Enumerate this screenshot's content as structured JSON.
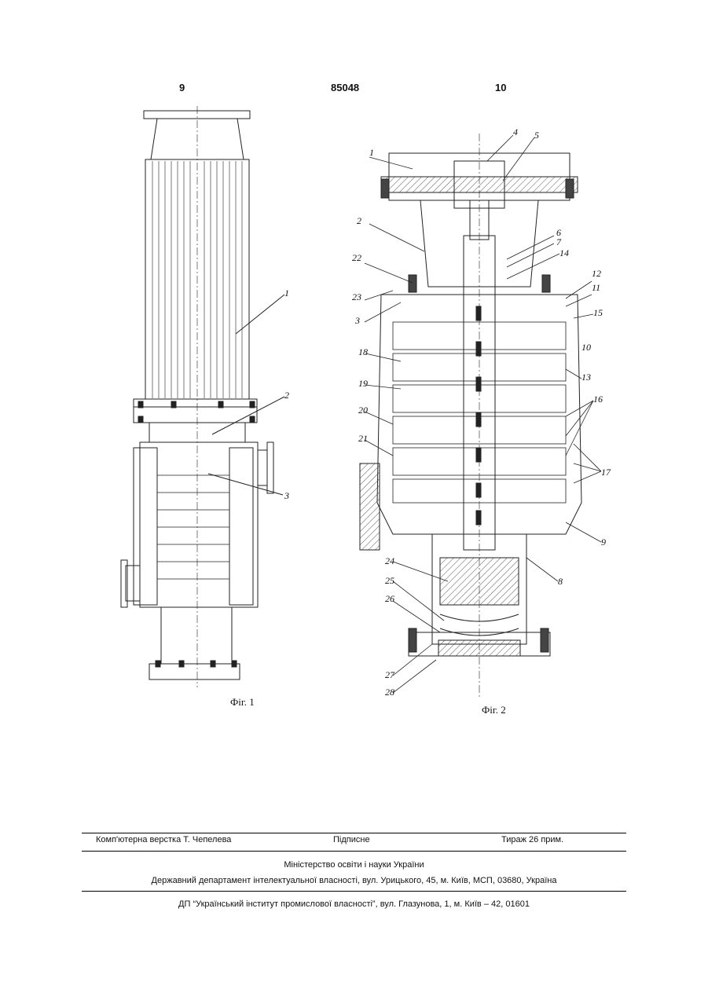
{
  "header": {
    "page_left": "9",
    "patent_number": "85048",
    "page_right": "10"
  },
  "figure1": {
    "caption": "Фіг. 1",
    "labels": [
      "1",
      "2",
      "3"
    ]
  },
  "figure2": {
    "caption": "Фіг. 2",
    "labels": [
      "1",
      "2",
      "3",
      "4",
      "5",
      "6",
      "7",
      "8",
      "9",
      "10",
      "11",
      "12",
      "13",
      "14",
      "15",
      "16",
      "17",
      "18",
      "19",
      "20",
      "21",
      "22",
      "23",
      "24",
      "25",
      "26",
      "27",
      "28"
    ]
  },
  "footer": {
    "verstka": "Комп'ютерна верстка Т. Чепелева",
    "pidpysne": "Підписне",
    "tyrazh": "Тираж 26 прим.",
    "ministry": "Міністерство освіти і науки України",
    "department": "Державний департамент інтелектуальної власності, вул. Урицького, 45, м. Київ, МСП, 03680, Україна",
    "institute": "ДП “Український інститут промислової власності”, вул. Глазунова, 1, м. Київ – 42, 01601"
  }
}
